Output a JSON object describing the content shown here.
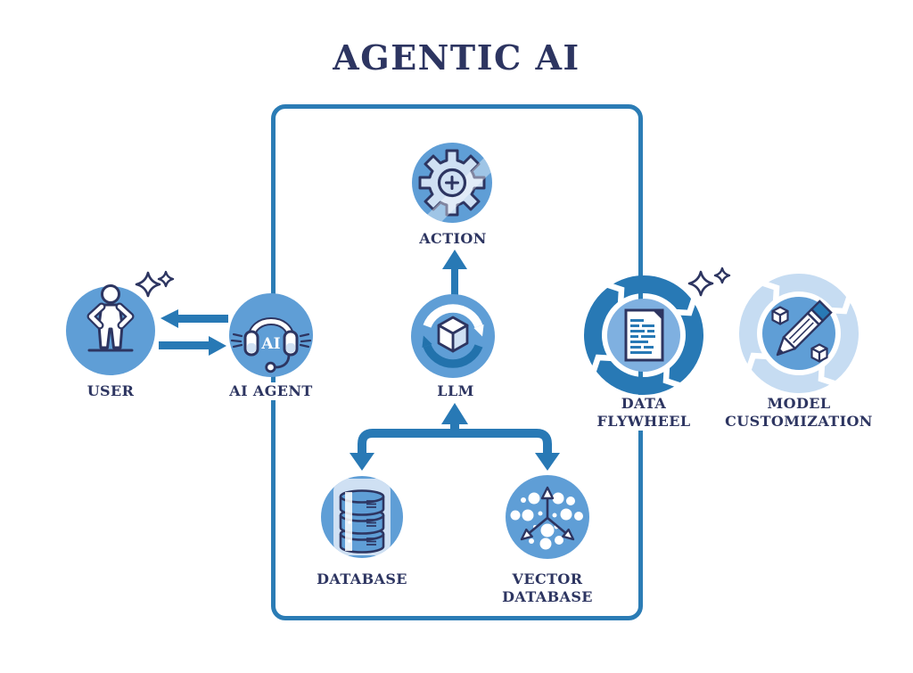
{
  "title": "AGENTIC AI",
  "colors": {
    "navy_outline_text": "#2d3561",
    "primary_blue": "#2879b5",
    "icon_circle_fill": "#5f9ed6",
    "light_blue_fill": "#cfe0f3",
    "flywheel_inner_fill": "#7fb0e0",
    "pale_ring_fill": "#c6dcf2",
    "background": "#ffffff"
  },
  "nodes": {
    "user": {
      "label": "USER"
    },
    "ai_agent": {
      "label": "AI AGENT",
      "badge": "AI"
    },
    "action": {
      "label": "ACTION"
    },
    "llm": {
      "label": "LLM"
    },
    "database": {
      "label": "DATABASE"
    },
    "vector_database": {
      "label_line1": "VECTOR",
      "label_line2": "DATABASE"
    },
    "data_flywheel": {
      "label_line1": "DATA",
      "label_line2": "FLYWHEEL"
    },
    "model_customization": {
      "label_line1": "MODEL",
      "label_line2": "CUSTOMIZATION"
    }
  }
}
